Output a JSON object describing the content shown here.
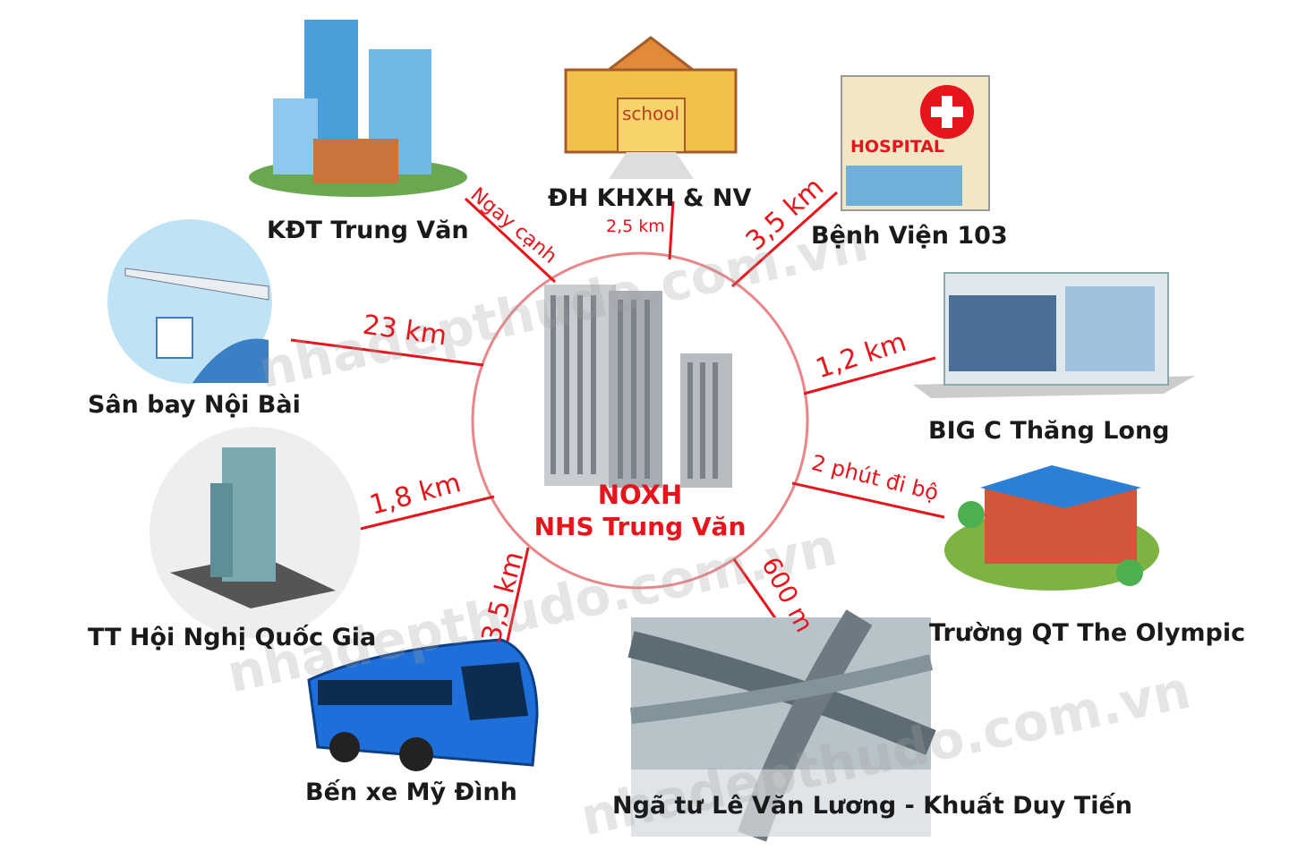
{
  "center": {
    "line1": "NOXH",
    "line2": "NHS Trung Văn"
  },
  "watermark": "nhadepthudo.com.vn",
  "accent_color": "#e8141b",
  "places": [
    {
      "name": "KĐT Trung Văn",
      "distance": "Ngay cạnh",
      "icon": "city-buildings-icon"
    },
    {
      "name": "ĐH KHXH & NV",
      "distance": "2,5 km",
      "icon": "school-icon",
      "sign": "school"
    },
    {
      "name": "Bệnh Viện 103",
      "distance": "3,5 km",
      "icon": "hospital-icon",
      "sign": "HOSPITAL"
    },
    {
      "name": "BIG C Thăng Long",
      "distance": "1,2 km",
      "icon": "mall-building-icon"
    },
    {
      "name": "Trường QT The Olympic",
      "distance": "2 phút đi bộ",
      "icon": "international-school-icon"
    },
    {
      "name": "Ngã tư Lê Văn Lương - Khuất Duy Tiến",
      "distance": "600 m",
      "icon": "interchange-icon"
    },
    {
      "name": "Bến xe Mỹ Đình",
      "distance": "3,5 km",
      "icon": "bus-icon"
    },
    {
      "name": "TT Hội Nghị Quốc Gia",
      "distance": "1,8 km",
      "icon": "convention-center-icon"
    },
    {
      "name": "Sân bay Nội Bài",
      "distance": "23 km",
      "icon": "airplane-icon"
    }
  ]
}
